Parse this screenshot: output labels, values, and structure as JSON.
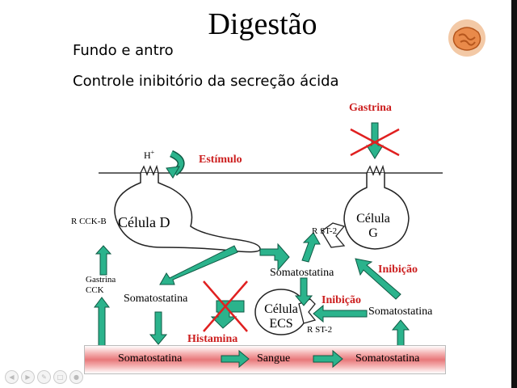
{
  "slide": {
    "title": "Digestão",
    "subtitle_1": "Fundo e antro",
    "subtitle_2": "Controle inibitório da secreção ácida"
  },
  "diagram": {
    "h_plus": "H",
    "h_plus_sup": "+",
    "estimulo": "Estímulo",
    "gastrina_top": "Gastrina",
    "r_cck_b": "R CCK-B",
    "celula_d": "Célula D",
    "celula_g_line1": "Célula",
    "celula_g_line2": "G",
    "r_st2_g": "R ST-2",
    "somatostatina_center": "Somatostatina",
    "inibicao_g": "Inibição",
    "gastrina_cck_1": "Gastrina",
    "gastrina_cck_2": "CCK",
    "somatostatina_left": "Somatostatina",
    "celula_ecs_line1": "Célula",
    "celula_ecs_line2": "ECS",
    "inibicao_ecs": "Inibição",
    "somatostatina_right": "Somatostatina",
    "r_st2_ecs": "R ST-2",
    "histamina": "Histamina",
    "blood_left": "Somatostatina",
    "blood_mid": "Sangue",
    "blood_right": "Somatostatina"
  },
  "colors": {
    "arrow_fill": "#2bb38c",
    "arrow_stroke": "#0f5a44",
    "label_red": "#cc1e1e",
    "cross_red": "#e02020"
  },
  "icons": {
    "mascot": "digestive-system-icon",
    "controls": [
      "prev-icon",
      "next-icon",
      "edit-icon",
      "screen-icon",
      "zoom-icon"
    ]
  }
}
